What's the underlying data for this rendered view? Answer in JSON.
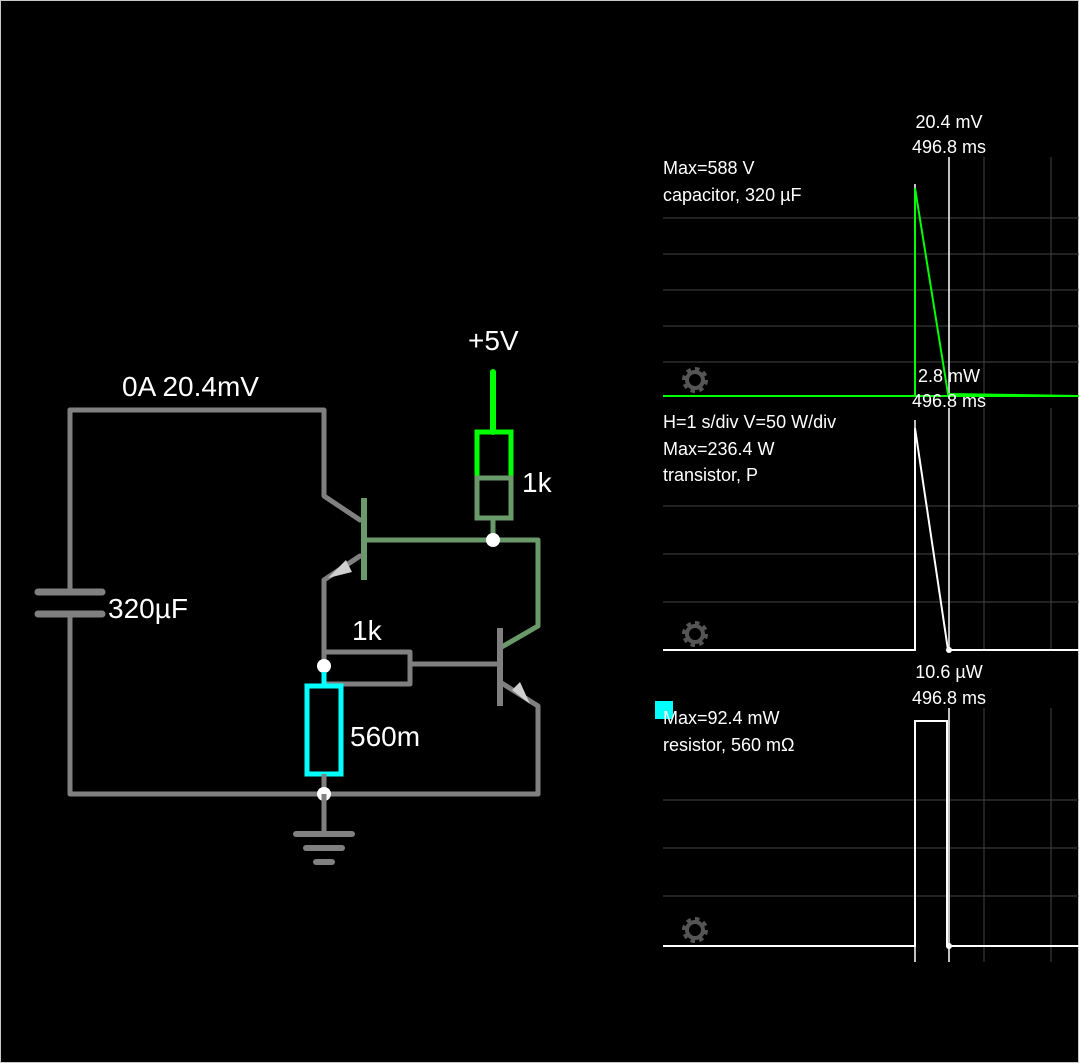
{
  "circuit": {
    "wire_readout": "0A 20.4mV",
    "supply_label": "+5V",
    "capacitor_label": "320µF",
    "top_resistor_label": "1k",
    "mid_resistor_label": "1k",
    "sense_resistor_label": "560m",
    "colors": {
      "wire": "#808080",
      "wire_green": "#6a9a6a",
      "supply": "#00ff00",
      "highlight": "#00ffff"
    }
  },
  "scopes": [
    {
      "id": "scope-capacitor",
      "cursor_value": "20.4 mV",
      "cursor_time": "496.8 ms",
      "lines": [
        "Max=588 V",
        "capacitor, 320 µF"
      ],
      "trace_color": "#00ff00",
      "icon": "gear-icon"
    },
    {
      "id": "scope-transistor",
      "cursor_value": "2.8 mW",
      "cursor_time": "496.8 ms",
      "lines": [
        "H=1 s/div V=50 W/div",
        "Max=236.4 W",
        "transistor, P"
      ],
      "trace_color": "#ffffff",
      "icon": "gear-icon"
    },
    {
      "id": "scope-resistor",
      "cursor_value": "10.6 µW",
      "cursor_time": "496.8 ms",
      "lines": [
        "Max=92.4 mW",
        "resistor, 560 mΩ"
      ],
      "trace_color": "#ffffff",
      "icon": "gear-icon",
      "selected_marker_color": "#00ffff"
    }
  ]
}
